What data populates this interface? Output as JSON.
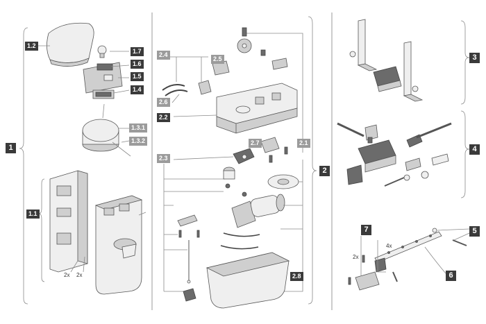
{
  "labels": {
    "l1": "1",
    "l1_1": "1.1",
    "l1_2": "1.2",
    "l1_3_1": "1.3.1",
    "l1_3_2": "1.3.2",
    "l1_4": "1.4",
    "l1_5": "1.5",
    "l1_6": "1.6",
    "l1_7": "1.7",
    "l2": "2",
    "l2_1": "2.1",
    "l2_2": "2.2",
    "l2_3": "2.3",
    "l2_4": "2.4",
    "l2_5": "2.5",
    "l2_6": "2.6",
    "l2_7": "2.7",
    "l2_8": "2.8",
    "l3": "3",
    "l4": "4",
    "l5": "5",
    "l6": "6",
    "l7": "7"
  },
  "notes": {
    "n2x_a": "2x",
    "n2x_b": "2x",
    "n2x_c": "2x",
    "n4x": "4x"
  },
  "colors": {
    "dark_label": "#3a3a3a",
    "grey_label": "#9b9b9b",
    "line": "#8a8a8a"
  }
}
